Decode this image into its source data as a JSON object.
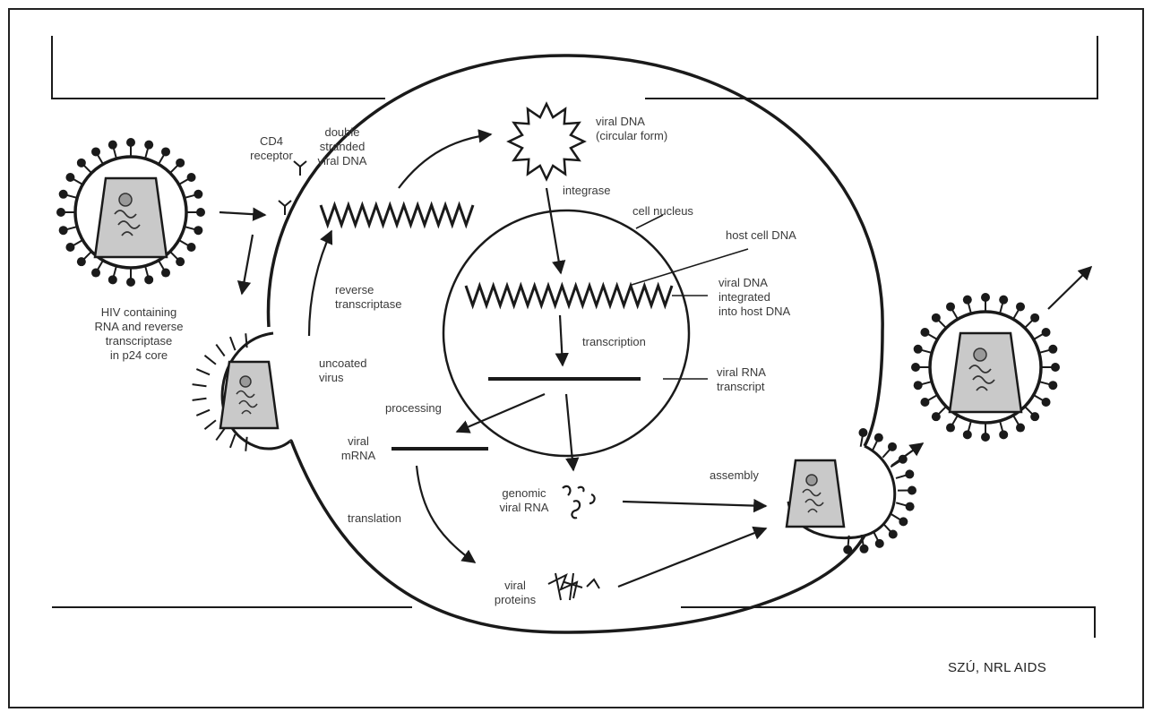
{
  "labels": {
    "cd4": [
      "CD4",
      "receptor"
    ],
    "hiv": [
      "HIV containing",
      "RNA and reverse",
      "transcriptase",
      "in p24 core"
    ],
    "double_dna": [
      "double",
      "stranded",
      "viral DNA"
    ],
    "viral_dna_circular": [
      "viral DNA",
      "(circular form)"
    ],
    "integrase": [
      "integrase"
    ],
    "cell_nucleus": [
      "cell nucleus"
    ],
    "host_cell_dna": [
      "host cell DNA"
    ],
    "viral_dna_integrated": [
      "viral DNA",
      "integrated",
      "into host DNA"
    ],
    "reverse_transcriptase": [
      "reverse",
      "transcriptase"
    ],
    "transcription": [
      "transcription"
    ],
    "uncoated_virus": [
      "uncoated",
      "virus"
    ],
    "viral_rna_transcript": [
      "viral RNA",
      "transcript"
    ],
    "processing": [
      "processing"
    ],
    "viral_mrna": [
      "viral",
      "mRNA"
    ],
    "genomic_rna": [
      "genomic",
      "viral RNA"
    ],
    "assembly": [
      "assembly"
    ],
    "translation": [
      "translation"
    ],
    "viral_proteins": [
      "viral",
      "proteins"
    ]
  },
  "credit": "SZÚ, NRL AIDS",
  "colors": {
    "ink": "#1a1a1a",
    "label": "#3a3a3a",
    "frame": "#222222",
    "capsid": "#c9c9c9"
  },
  "icons": [
    "hiv-virion-icon",
    "cd4-receptor-icon",
    "viral-capsid-icon",
    "viral-protein-icon"
  ]
}
